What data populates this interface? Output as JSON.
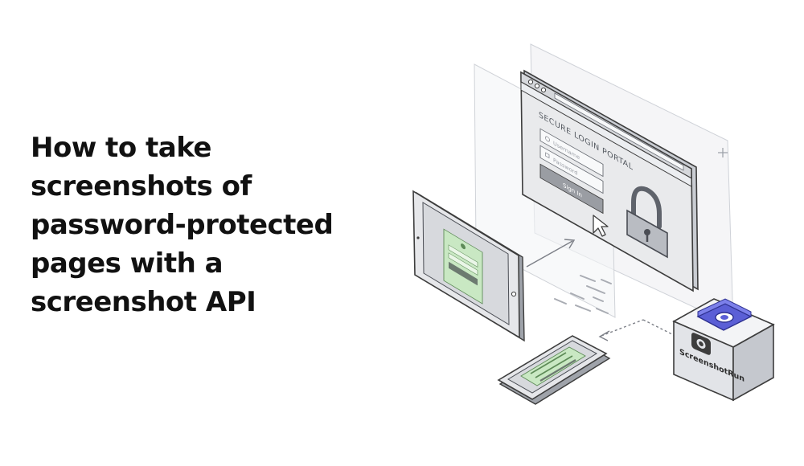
{
  "headline": {
    "lines": [
      "How to take",
      "screenshots of",
      "password-protected",
      "pages with a",
      "screenshot API"
    ]
  },
  "browser": {
    "portal_title": "SECURE LOGIN PORTAL",
    "username_placeholder": "Username",
    "password_placeholder": "Password",
    "sign_in_label": "Sign In"
  },
  "camera_box": {
    "brand_label": "ScreenshotRun"
  },
  "colors": {
    "text": "#111111",
    "outline": "#3d3d3d",
    "panel": "#e9eaec",
    "login_green": "#c9e8c3",
    "camera_blue": "#5b5fd6",
    "pane": "#eef0f3"
  },
  "icons": [
    "padlock-icon",
    "cursor-icon",
    "camera-icon",
    "user-icon",
    "key-icon"
  ]
}
